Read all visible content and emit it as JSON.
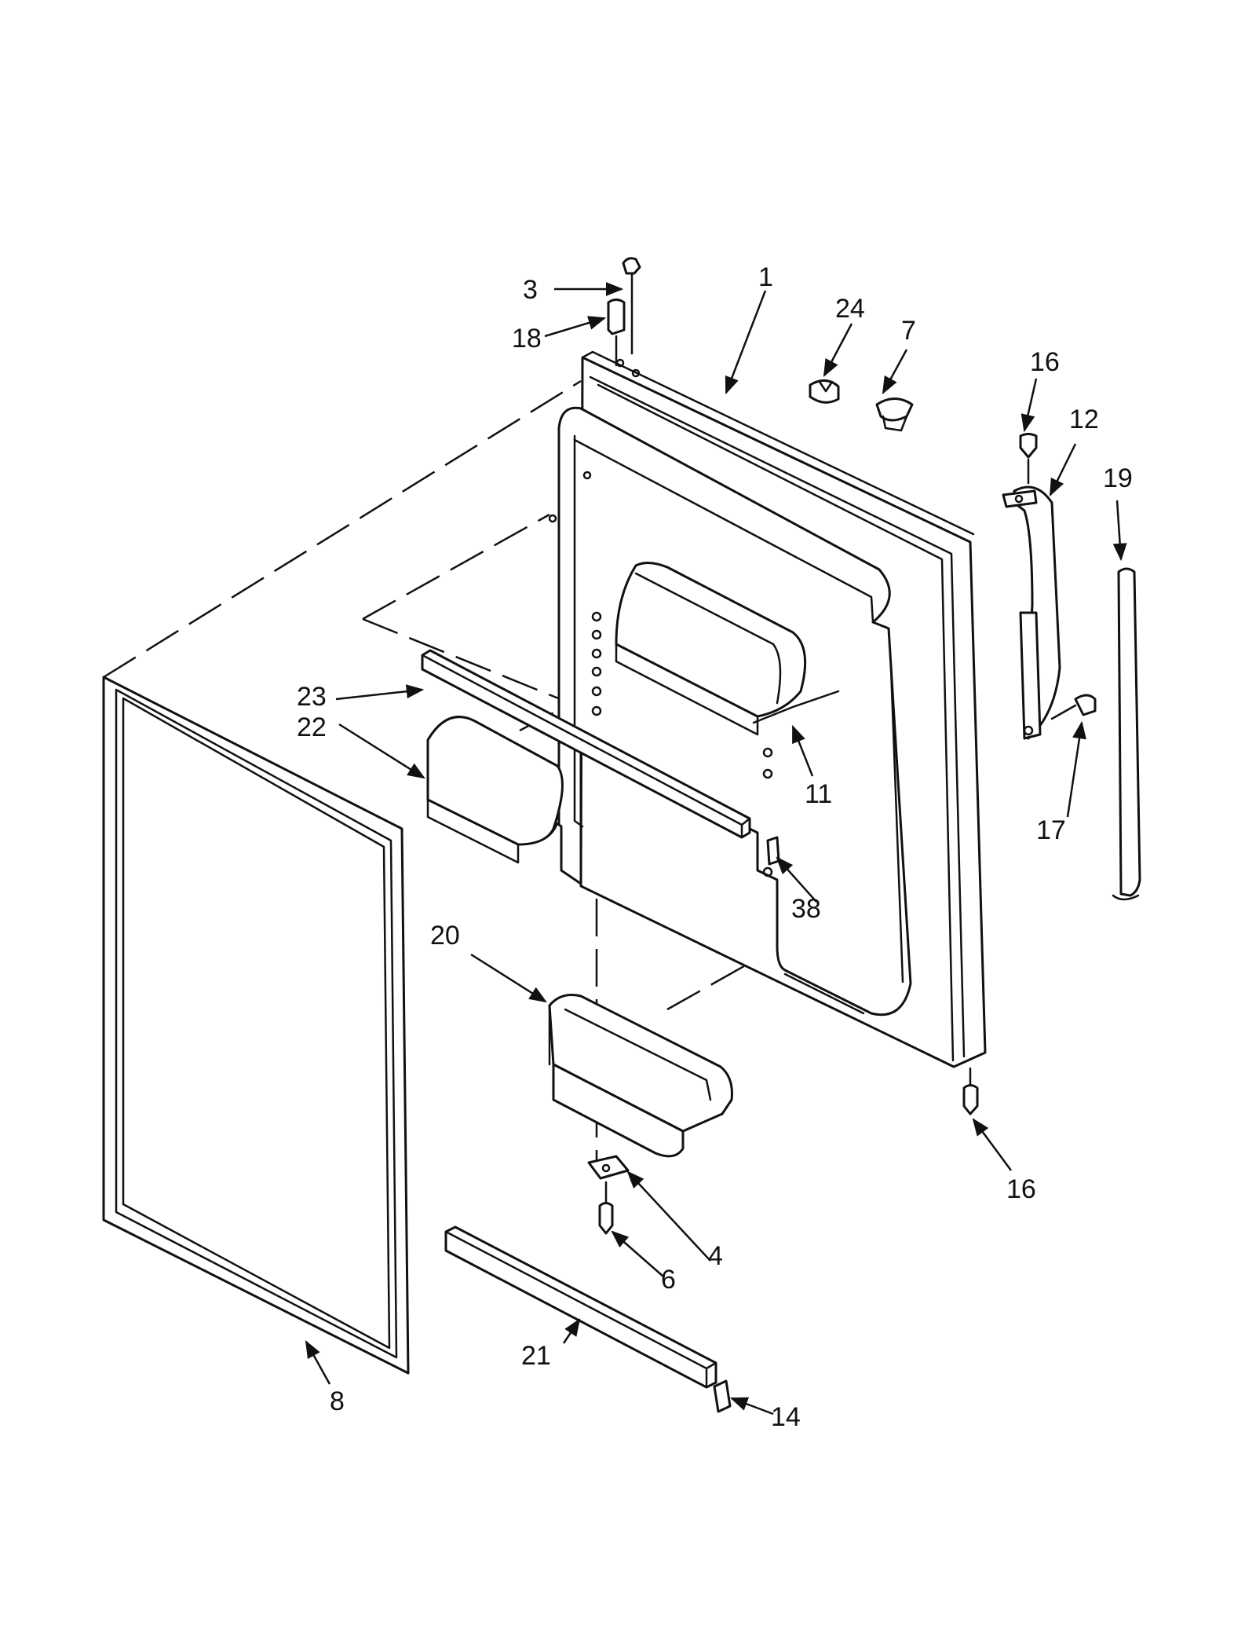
{
  "diagram": {
    "type": "exploded-parts-view",
    "callouts": [
      {
        "id": "c1",
        "label": "1"
      },
      {
        "id": "c3",
        "label": "3"
      },
      {
        "id": "c4",
        "label": "4"
      },
      {
        "id": "c6",
        "label": "6"
      },
      {
        "id": "c7",
        "label": "7"
      },
      {
        "id": "c8",
        "label": "8"
      },
      {
        "id": "c11",
        "label": "11"
      },
      {
        "id": "c12",
        "label": "12"
      },
      {
        "id": "c14",
        "label": "14"
      },
      {
        "id": "c16a",
        "label": "16"
      },
      {
        "id": "c16b",
        "label": "16"
      },
      {
        "id": "c17",
        "label": "17"
      },
      {
        "id": "c18",
        "label": "18"
      },
      {
        "id": "c19",
        "label": "19"
      },
      {
        "id": "c20",
        "label": "20"
      },
      {
        "id": "c21",
        "label": "21"
      },
      {
        "id": "c22",
        "label": "22"
      },
      {
        "id": "c23",
        "label": "23"
      },
      {
        "id": "c24",
        "label": "24"
      },
      {
        "id": "c38",
        "label": "38"
      }
    ]
  }
}
